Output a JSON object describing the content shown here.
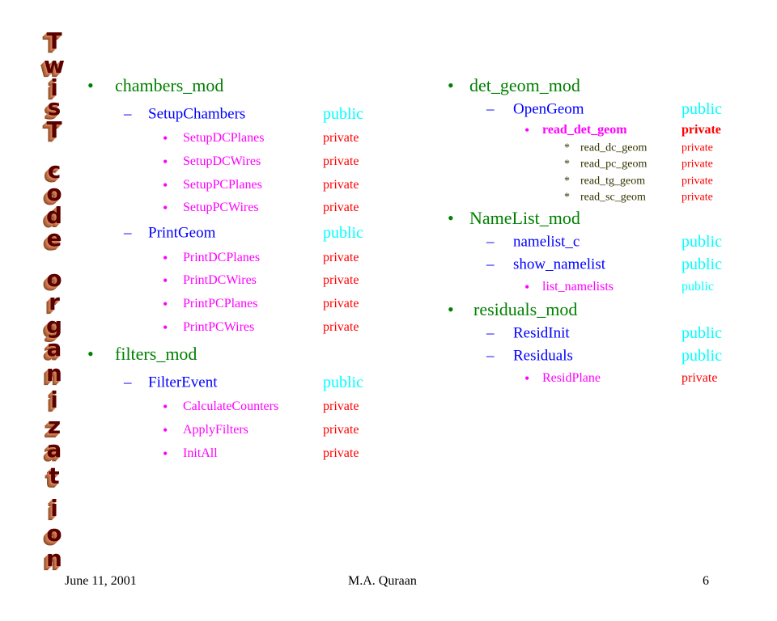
{
  "title_art": "Twist Code Organization",
  "colors": {
    "level1": "#008000",
    "level2": "#0000ff",
    "level3": "#ff00ff",
    "level4": "#333300",
    "public": "#00ffff",
    "private": "#ff0000"
  },
  "left_column": [
    {
      "level": 1,
      "marker": "•",
      "text": "chambers_mod"
    },
    {
      "level": 2,
      "marker": "–",
      "text": "SetupChambers",
      "access": "public"
    },
    {
      "level": 3,
      "marker": "•",
      "text": "SetupDCPlanes",
      "access": "private"
    },
    {
      "level": 3,
      "marker": "•",
      "text": "SetupDCWires",
      "access": "private"
    },
    {
      "level": 3,
      "marker": "•",
      "text": "SetupPCPlanes",
      "access": "private"
    },
    {
      "level": 3,
      "marker": "•",
      "text": "SetupPCWires",
      "access": "private"
    },
    {
      "level": 2,
      "marker": "–",
      "text": "PrintGeom",
      "access": "public"
    },
    {
      "level": 3,
      "marker": "•",
      "text": "PrintDCPlanes",
      "access": "private"
    },
    {
      "level": 3,
      "marker": "•",
      "text": "PrintDCWires",
      "access": "private"
    },
    {
      "level": 3,
      "marker": "•",
      "text": "PrintPCPlanes",
      "access": "private"
    },
    {
      "level": 3,
      "marker": "•",
      "text": "PrintPCWires",
      "access": "private"
    },
    {
      "level": 1,
      "marker": "•",
      "text": "filters_mod"
    },
    {
      "level": 2,
      "marker": "–",
      "text": "FilterEvent",
      "access": "public"
    },
    {
      "level": 3,
      "marker": "•",
      "text": "CalculateCounters",
      "access": "private"
    },
    {
      "level": 3,
      "marker": "•",
      "text": "ApplyFilters",
      "access": "private"
    },
    {
      "level": 3,
      "marker": "•",
      "text": "InitAll",
      "access": "private"
    }
  ],
  "right_column": [
    {
      "level": 1,
      "marker": "•",
      "text": "det_geom_mod"
    },
    {
      "level": 2,
      "marker": "–",
      "text": "OpenGeom",
      "access": "public"
    },
    {
      "level": 3,
      "marker": "•",
      "text": "read_det_geom",
      "access": "private",
      "bold": true
    },
    {
      "level": 4,
      "marker": "*",
      "text": "read_dc_geom",
      "access": "private"
    },
    {
      "level": 4,
      "marker": "*",
      "text": "read_pc_geom",
      "access": "private"
    },
    {
      "level": 4,
      "marker": "*",
      "text": "read_tg_geom",
      "access": "private"
    },
    {
      "level": 4,
      "marker": "*",
      "text": "read_sc_geom",
      "access": "private"
    },
    {
      "level": 1,
      "marker": "•",
      "text": "NameList_mod"
    },
    {
      "level": 2,
      "marker": "–",
      "text": "namelist_c",
      "access": "public"
    },
    {
      "level": 2,
      "marker": "–",
      "text": "show_namelist",
      "access": "public"
    },
    {
      "level": 3,
      "marker": "•",
      "text": "list_namelists",
      "access": "public"
    },
    {
      "level": 1,
      "marker": "•",
      "text": "residuals_mod"
    },
    {
      "level": 2,
      "marker": "–",
      "text": "ResidInit",
      "access": "public"
    },
    {
      "level": 2,
      "marker": "–",
      "text": "Residuals",
      "access": "public"
    },
    {
      "level": 3,
      "marker": "•",
      "text": "ResidPlane",
      "access": "private"
    }
  ],
  "footer": {
    "date": "June 11, 2001",
    "author": "M.A. Quraan",
    "page": "6"
  }
}
